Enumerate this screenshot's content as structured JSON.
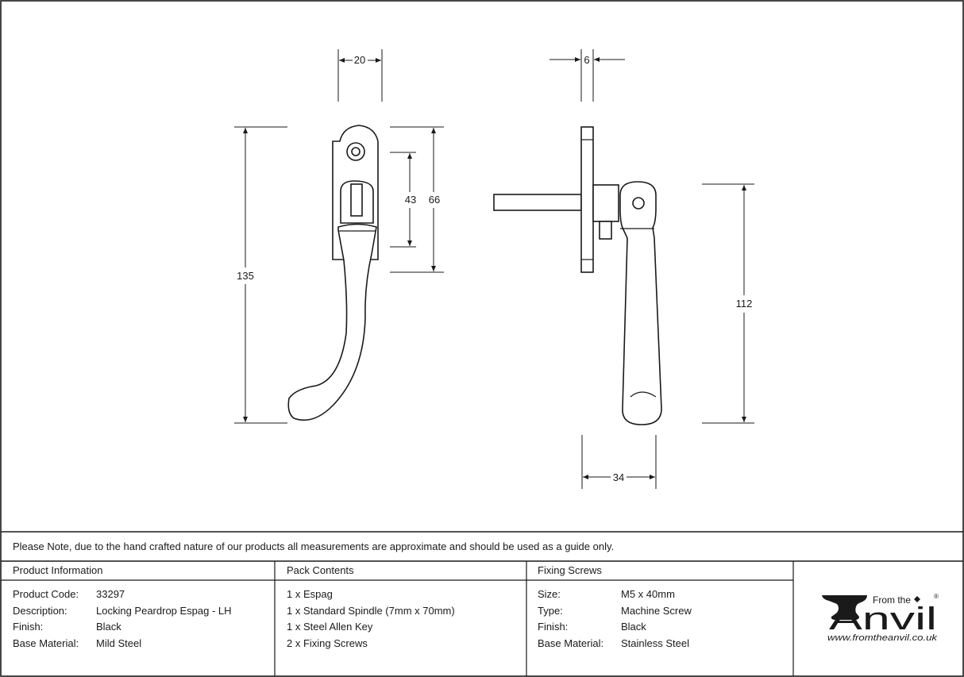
{
  "drawing": {
    "dims": {
      "front_width": "20",
      "front_height": "135",
      "fixing_centres": "43",
      "backplate_height": "66",
      "side_thickness": "6",
      "lever_length": "112",
      "projection": "34"
    }
  },
  "note": "Please Note, due to the hand crafted nature of our products all measurements are approximate and should be used as a guide only.",
  "product_info": {
    "header": "Product Information",
    "rows": [
      {
        "label": "Product Code:",
        "value": "33297"
      },
      {
        "label": "Description:",
        "value": "Locking Peardrop Espag - LH"
      },
      {
        "label": "Finish:",
        "value": "Black"
      },
      {
        "label": "Base Material:",
        "value": "Mild Steel"
      }
    ]
  },
  "pack_contents": {
    "header": "Pack Contents",
    "items": [
      "1 x Espag",
      "1 x Standard Spindle (7mm x 70mm)",
      "1 x Steel Allen Key",
      "2 x Fixing Screws"
    ]
  },
  "fixing_screws": {
    "header": "Fixing Screws",
    "rows": [
      {
        "label": "Size:",
        "value": "M5 x 40mm"
      },
      {
        "label": "Type:",
        "value": "Machine Screw"
      },
      {
        "label": "Finish:",
        "value": "Black"
      },
      {
        "label": "Base Material:",
        "value": "Stainless Steel"
      }
    ]
  },
  "logo": {
    "from_the": "From the",
    "brand": "Anvil",
    "registered": "®",
    "url": "www.fromtheanvil.co.uk"
  }
}
